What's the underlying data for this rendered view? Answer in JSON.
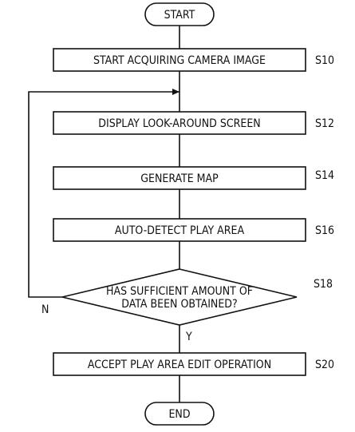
{
  "flowchart": {
    "start_label": "START",
    "end_label": "END",
    "steps": [
      {
        "id": "S10",
        "text": "START ACQUIRING CAMERA IMAGE"
      },
      {
        "id": "S12",
        "text": "DISPLAY LOOK-AROUND SCREEN"
      },
      {
        "id": "S14",
        "text": "GENERATE MAP"
      },
      {
        "id": "S16",
        "text": "AUTO-DETECT PLAY AREA"
      },
      {
        "id": "S20",
        "text": "ACCEPT PLAY AREA EDIT OPERATION"
      }
    ],
    "decision": {
      "id": "S18",
      "line1": "HAS SUFFICIENT AMOUNT OF",
      "line2": "DATA BEEN OBTAINED?",
      "no_label": "N",
      "yes_label": "Y"
    }
  }
}
